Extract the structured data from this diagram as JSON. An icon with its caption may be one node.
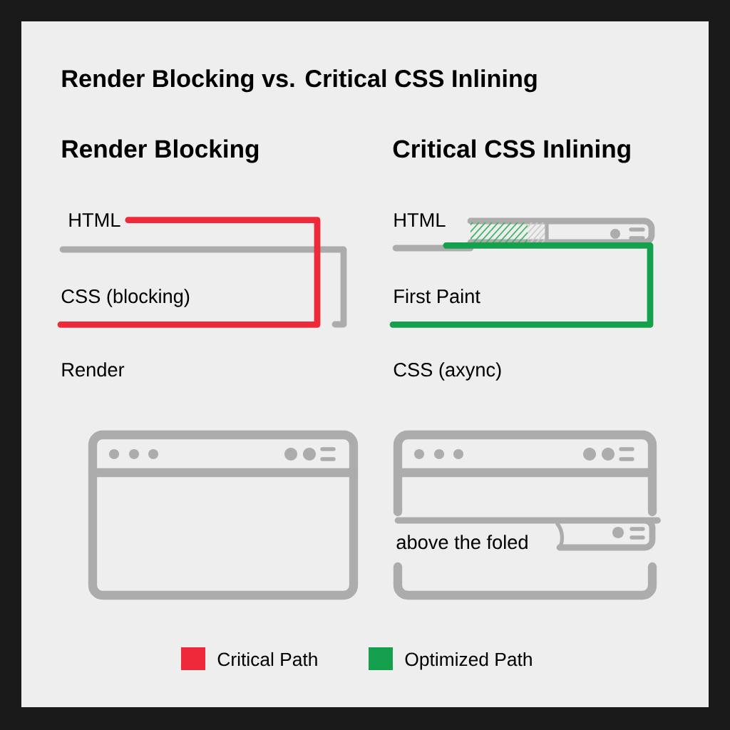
{
  "diagram": {
    "title": "Render Blocking vs. Critical CSS Inlining",
    "nodes": [
      {
        "text": [
          "HTML"
        ]
      },
      {
        "text": [
          "CSS (blocking)"
        ]
      },
      {
        "text": [
          "HTML"
        ]
      },
      {
        "text": [
          "First Paint"
        ]
      }
    ],
    "edges": [
      {
        "from": 0,
        "to": 1,
        "arrow": "none",
        "color": "#ee2a3a"
      },
      {
        "from": 2,
        "to": 3,
        "arrow": "none",
        "color": "#14a04c"
      }
    ],
    "labels": [
      "Render Blocking",
      "Critical CSS Inlining",
      "Render",
      "CSS (axync)",
      "above the foled"
    ],
    "legend": [
      {
        "text": "Critical Path",
        "color": "#ee2a3a"
      },
      {
        "text": "Optimized Path",
        "color": "#14a04c"
      }
    ]
  }
}
